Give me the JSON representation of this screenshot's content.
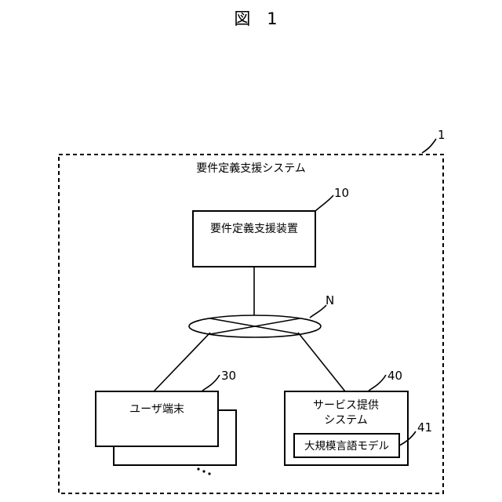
{
  "figure_title": "図　1",
  "system": {
    "ref": "1",
    "label": "要件定義支援システム"
  },
  "device": {
    "ref": "10",
    "label": "要件定義支援装置"
  },
  "network": {
    "ref": "N"
  },
  "user_terminal": {
    "ref": "30",
    "label": "ユーザ端末",
    "more": "⋮"
  },
  "service": {
    "ref": "40",
    "label_line1": "サービス提供",
    "label_line2": "システム"
  },
  "llm": {
    "ref": "41",
    "label": "大規模言語モデル"
  }
}
